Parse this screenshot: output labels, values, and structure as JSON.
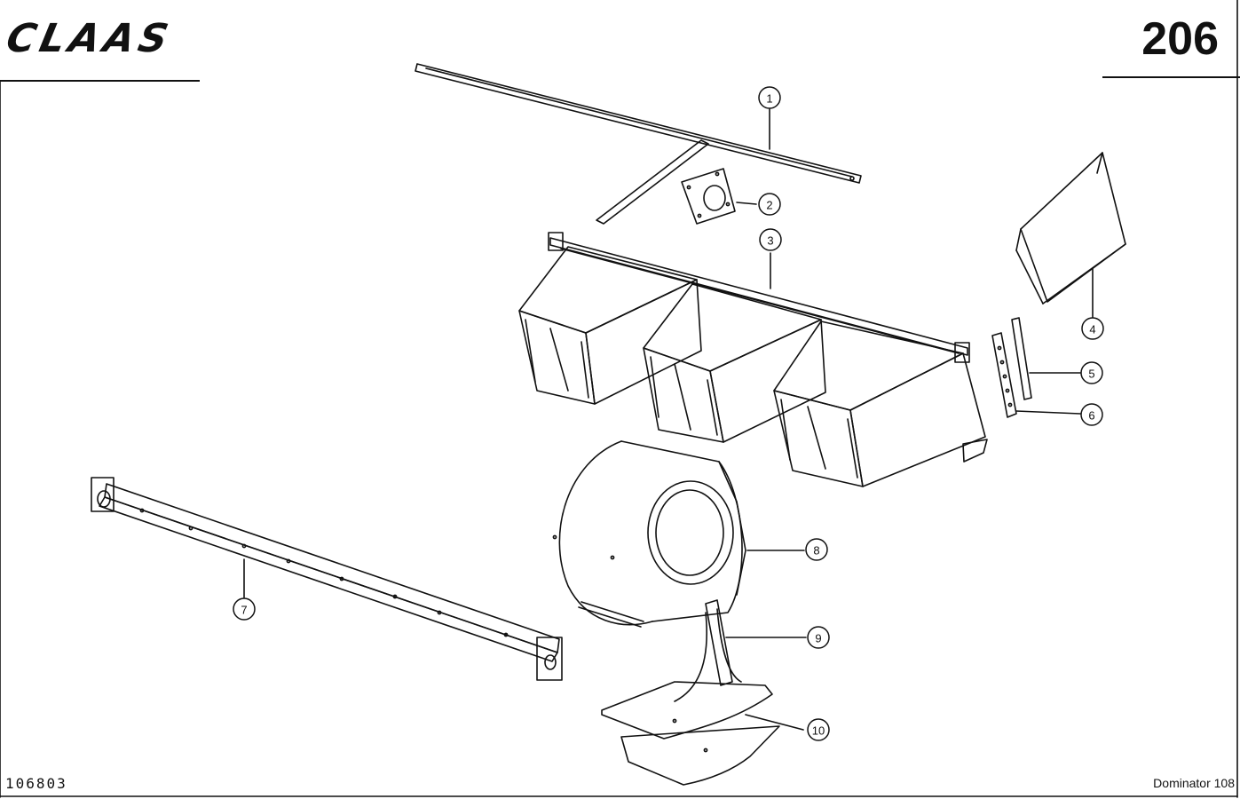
{
  "header": {
    "brand": "CLAAS",
    "page_number": "206"
  },
  "footer": {
    "document_number": "106803",
    "model": "Dominator 108"
  },
  "callouts": {
    "c1": "1",
    "c2": "2",
    "c3": "3",
    "c4": "4",
    "c5": "5",
    "c6": "6",
    "c7": "7",
    "c8": "8",
    "c9": "9",
    "c10": "10"
  }
}
